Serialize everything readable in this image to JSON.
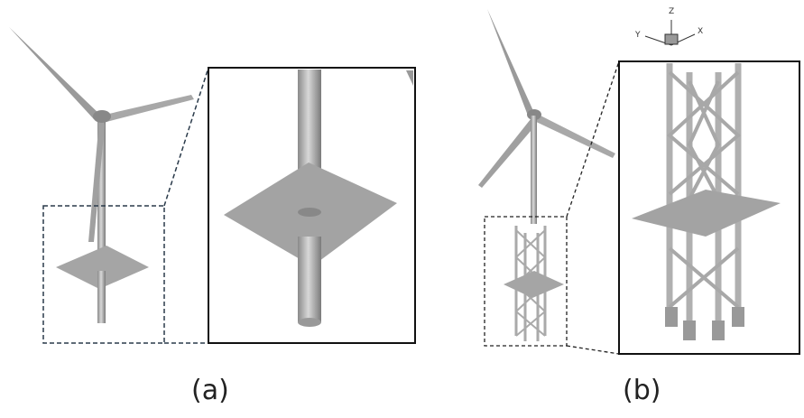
{
  "panels": [
    {
      "label": "(a)"
    },
    {
      "label": "(b)"
    }
  ],
  "axes_triad": {
    "x": "X",
    "y": "Y",
    "z": "Z"
  }
}
